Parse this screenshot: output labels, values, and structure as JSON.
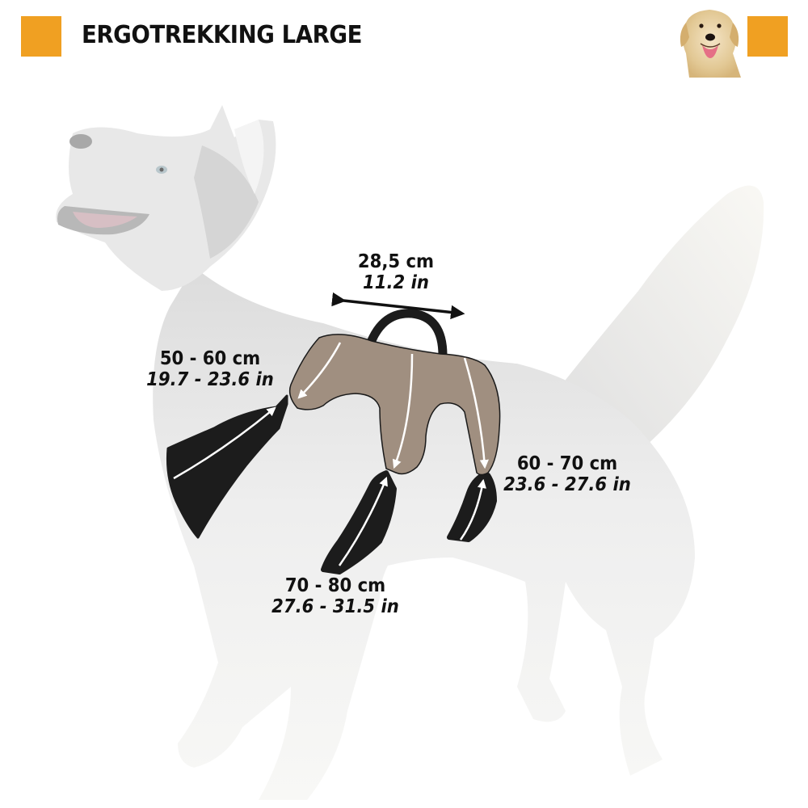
{
  "header": {
    "title": "ERGOTREKKING LARGE",
    "accent_color": "#F0A022",
    "thumbnail": "golden-retriever-photo"
  },
  "diagram": {
    "subject": "husky-dog-wearing-harness",
    "harness_colors": {
      "pad": "#A08F80",
      "straps": "#1C1C1C",
      "arrows": "#FFFFFF"
    },
    "measurements": [
      {
        "id": "back-length",
        "cm": "28,5 cm",
        "in": "11.2 in"
      },
      {
        "id": "neck",
        "cm": "50 - 60 cm",
        "in": "19.7 - 23.6 in"
      },
      {
        "id": "chest",
        "cm": "70 - 80 cm",
        "in": "27.6 - 31.5 in"
      },
      {
        "id": "belly",
        "cm": "60 - 70 cm",
        "in": "23.6 - 27.6 in"
      }
    ]
  }
}
